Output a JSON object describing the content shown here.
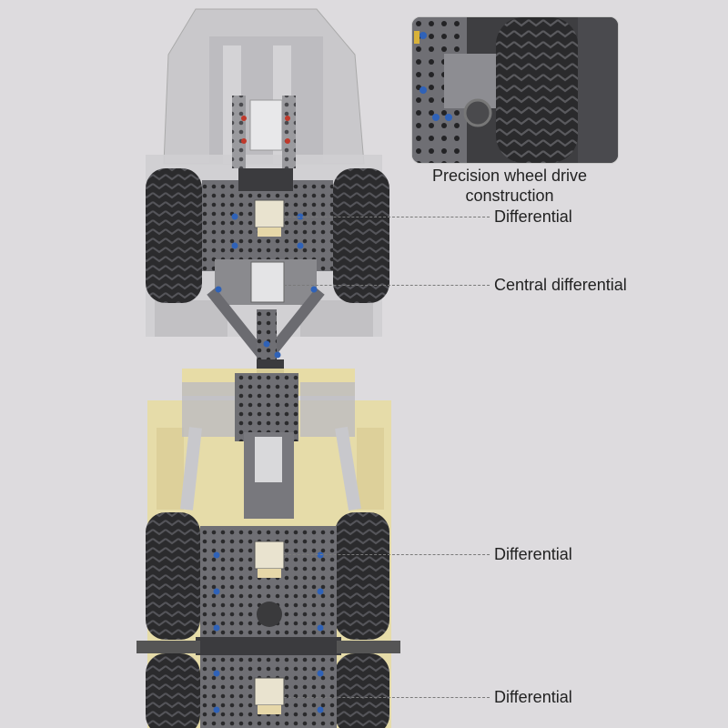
{
  "inset": {
    "caption_line1": "Precision wheel drive",
    "caption_line2": "construction"
  },
  "callouts": [
    {
      "label": "Differential"
    },
    {
      "label": "Central differential"
    },
    {
      "label": "Differential"
    },
    {
      "label": "Differential"
    }
  ],
  "colors": {
    "background": "#dddbde",
    "cab_gray": "#bdbdbd",
    "dump_yellow": "#e8dca0",
    "tire_black": "#2b2b2d",
    "frame_gray": "#6b6b70",
    "pin_blue": "#2f62b8",
    "pin_red": "#c0392b",
    "gear_tan": "#e6d7a8"
  }
}
